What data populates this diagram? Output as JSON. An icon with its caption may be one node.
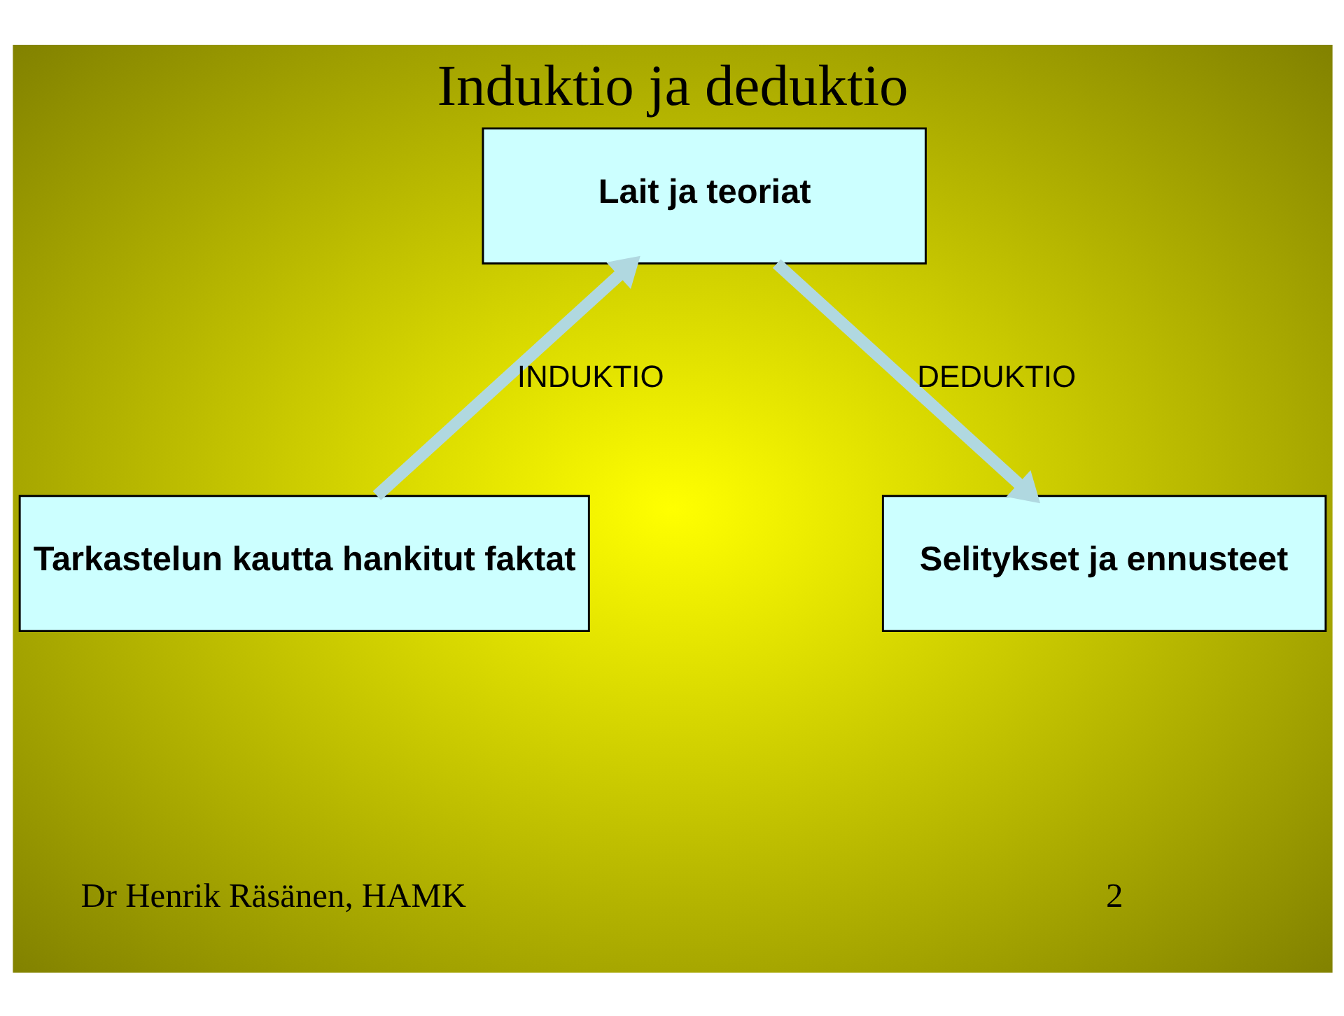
{
  "diagram": {
    "title": "Induktio ja deduktio",
    "nodes": [
      {
        "text": [
          "Lait ja teoriat"
        ]
      },
      {
        "text": [
          "Tarkastelun kautta hankitut faktat"
        ]
      },
      {
        "text": [
          "Selitykset ja ennusteet"
        ]
      }
    ],
    "edges": [
      {
        "from": 1,
        "to": 0,
        "arrow": "to",
        "label": "INDUKTIO"
      },
      {
        "from": 0,
        "to": 2,
        "arrow": "to",
        "label": "DEDUKTIO"
      }
    ],
    "labels": [
      "Dr Henrik Räsänen, HAMK",
      "2"
    ]
  }
}
